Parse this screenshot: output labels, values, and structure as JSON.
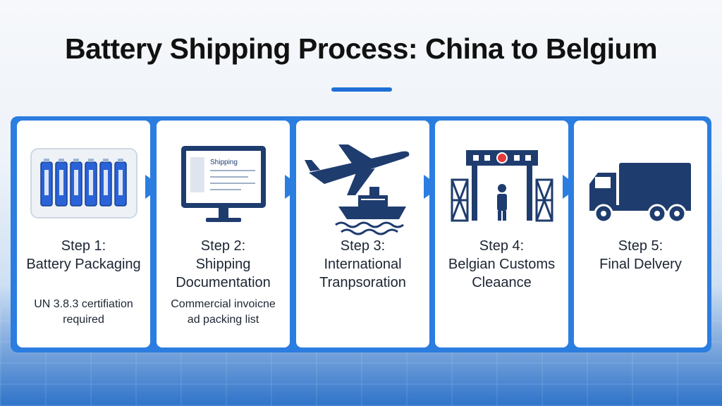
{
  "title": "Battery Shipping Process: China to Belgium",
  "colors": {
    "accent": "#2b7de0",
    "icon": "#1f3c6e",
    "battery": "#2a62d8"
  },
  "steps": [
    {
      "heading": "Step 1:",
      "label_lines": [
        "Battery Packaging"
      ],
      "note_lines": [
        "UN 3.8.3 certifiation",
        "required"
      ],
      "icon": "battery-pack-icon",
      "icon_text": ""
    },
    {
      "heading": "Step 2:",
      "label_lines": [
        "Shipping",
        "Documentation"
      ],
      "note_lines": [
        "Commercial invoicne",
        "ad packing list"
      ],
      "icon": "shipping-document-monitor-icon",
      "icon_text": "Shipping"
    },
    {
      "heading": "Step 3:",
      "label_lines": [
        "International",
        "Tranpsoration"
      ],
      "note_lines": [],
      "icon": "plane-and-ship-icon",
      "icon_text": ""
    },
    {
      "heading": "Step 4:",
      "label_lines": [
        "Belgian Customs",
        "Cleaance"
      ],
      "note_lines": [],
      "icon": "customs-gate-icon",
      "icon_text": ""
    },
    {
      "heading": "Step 5:",
      "label_lines": [
        "Final Delvery"
      ],
      "note_lines": [],
      "icon": "delivery-truck-icon",
      "icon_text": ""
    }
  ]
}
